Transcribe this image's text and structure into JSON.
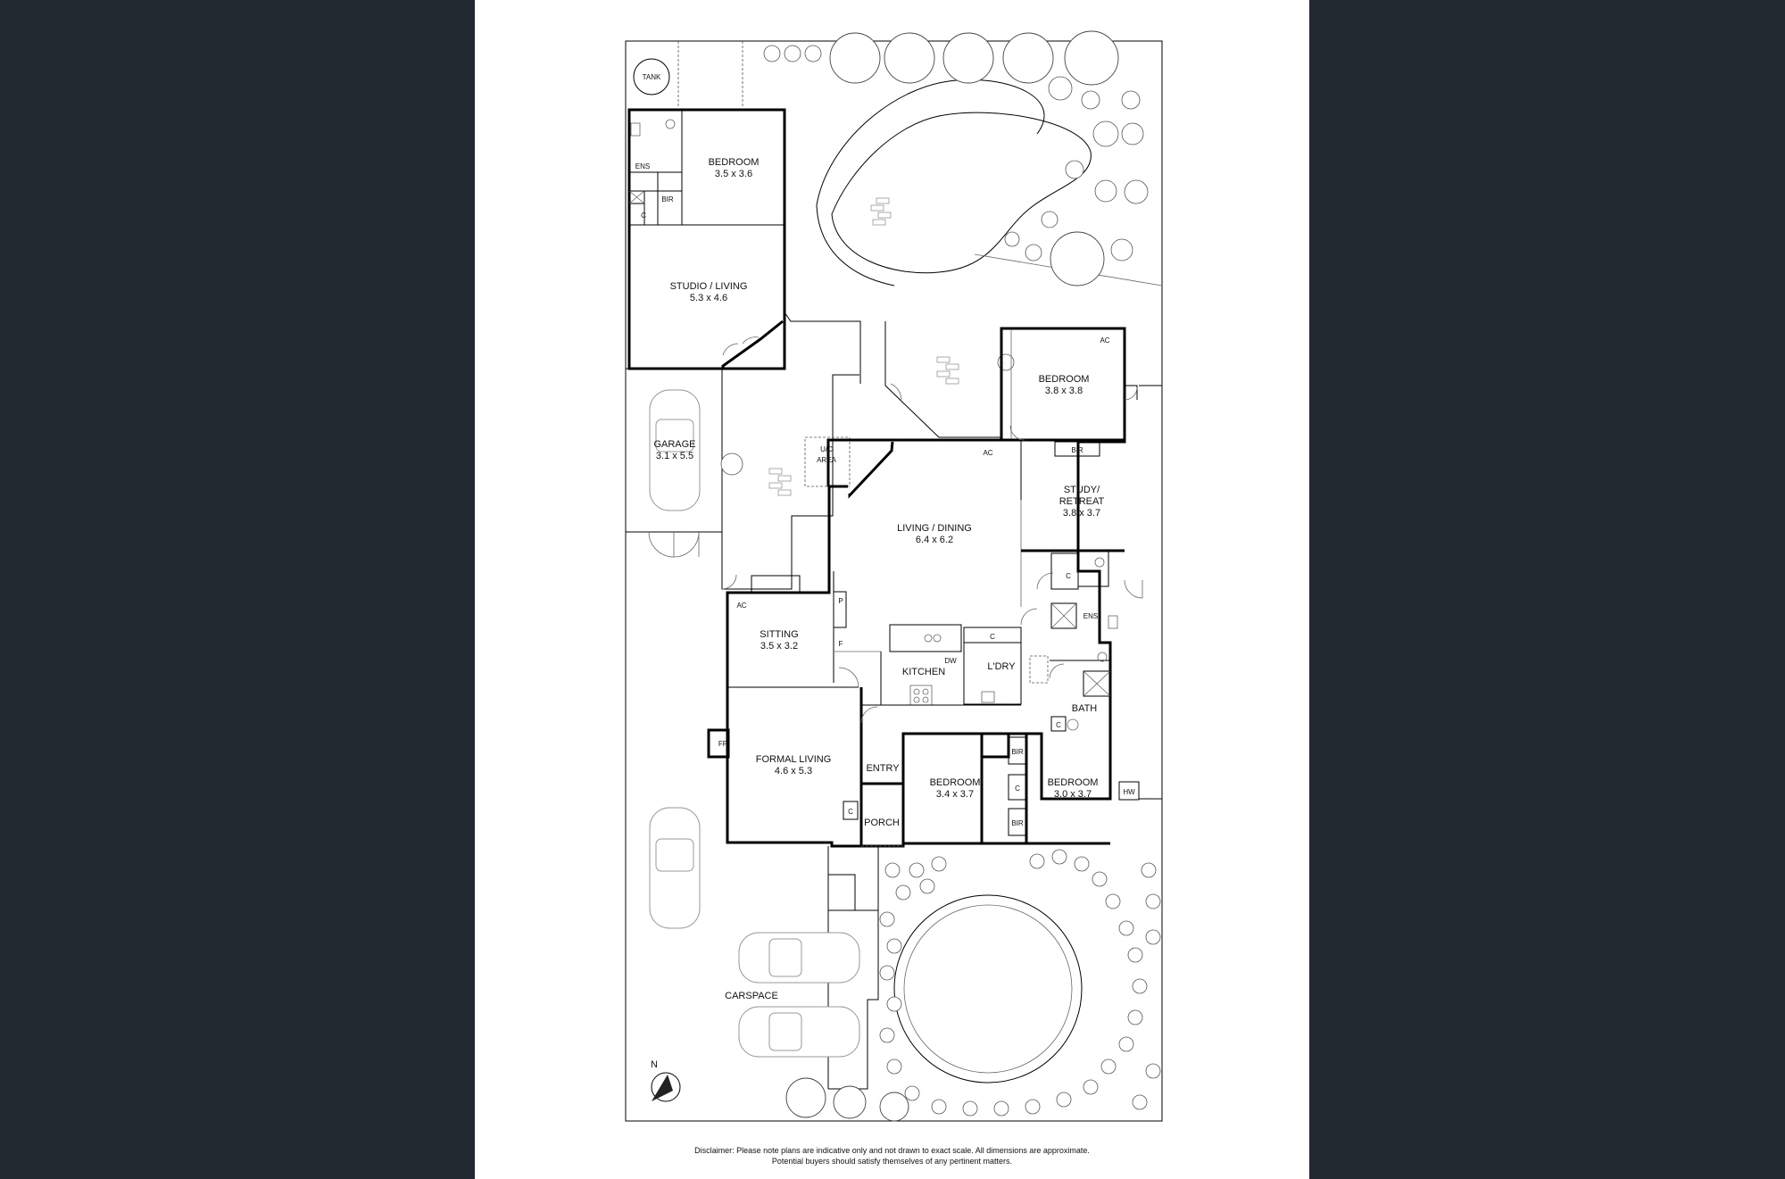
{
  "plan": {
    "rooms": [
      {
        "id": "bedroom-rear",
        "name": "BEDROOM",
        "size": "3.5 x 3.6"
      },
      {
        "id": "studio",
        "name": "STUDIO / LIVING",
        "size": "5.3 x 4.6"
      },
      {
        "id": "garage",
        "name": "GARAGE",
        "size": "3.1 x 5.5"
      },
      {
        "id": "bedroom-ne",
        "name": "BEDROOM",
        "size": "3.8 x 3.8"
      },
      {
        "id": "living-dining",
        "name": "LIVING / DINING",
        "size": "6.4 x 6.2"
      },
      {
        "id": "study",
        "name": "STUDY/",
        "name2": "RETREAT",
        "size": "3.8 x 3.7"
      },
      {
        "id": "sitting",
        "name": "SITTING",
        "size": "3.5 x 3.2"
      },
      {
        "id": "formal-living",
        "name": "FORMAL LIVING",
        "size": "4.6 x 5.3"
      },
      {
        "id": "bedroom-3",
        "name": "BEDROOM",
        "size": "3.4 x 3.7"
      },
      {
        "id": "bedroom-4",
        "name": "BEDROOM",
        "size": "3.0 x 3.7"
      }
    ],
    "labels": {
      "tank": "TANK",
      "ens_rear": "ENS",
      "bir_rear": "BIR",
      "c_rear": "C",
      "uc_area": "U/C",
      "uc_area2": "AREA",
      "ac_ne": "AC",
      "ac_living": "AC",
      "ac_sitting": "AC",
      "bir_ne": "BIR",
      "c_study": "C",
      "ens_mid": "ENS",
      "p": "P",
      "f": "F",
      "c_kitchen": "C",
      "dw": "DW",
      "kitchen": "KITCHEN",
      "ldry": "L'DRY",
      "bath": "BATH",
      "c_bath": "C",
      "fp": "FP",
      "entry": "ENTRY",
      "c_entry": "C",
      "porch": "PORCH",
      "bir_a": "BIR",
      "c_mid": "C",
      "bir_b": "BIR",
      "hw": "HW",
      "carspace": "CARSPACE",
      "north": "N"
    },
    "disclaimer_line1": "Disclaimer: Please note plans are indicative only and not drawn to exact scale. All dimensions are approximate.",
    "disclaimer_line2": "Potential buyers should satisfy themselves of any pertinent matters."
  }
}
